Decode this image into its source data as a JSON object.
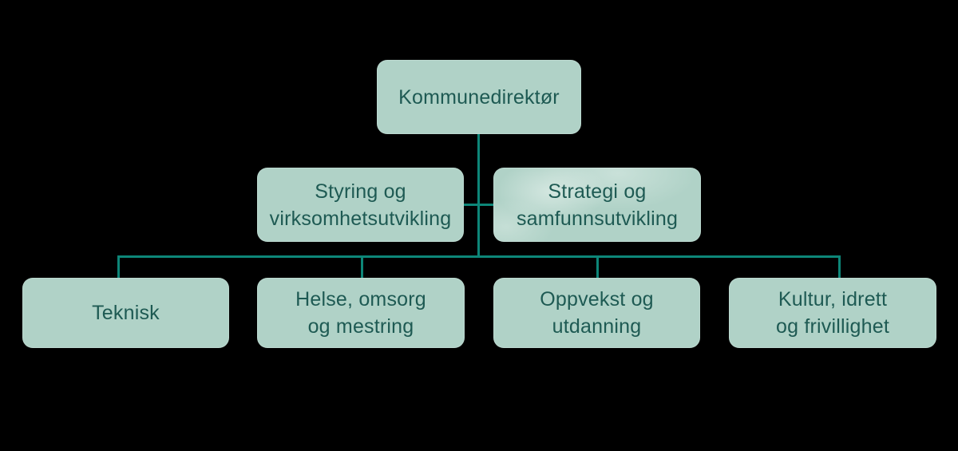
{
  "style": {
    "background": "#000000",
    "node_fill": "#b0d2c7",
    "node_text": "#1e5a53",
    "connector": "#0d8678"
  },
  "org_chart": {
    "root": {
      "label": "Kommunedirektør"
    },
    "staff_units": [
      {
        "label": "Styring og\nvirksomhetsutvikling"
      },
      {
        "label": "Strategi og\nsamfunnsutvikling"
      }
    ],
    "departments": [
      {
        "label": "Teknisk"
      },
      {
        "label": "Helse, omsorg\nog mestring"
      },
      {
        "label": "Oppvekst og\nutdanning"
      },
      {
        "label": "Kultur, idrett\nog frivillighet"
      }
    ]
  }
}
